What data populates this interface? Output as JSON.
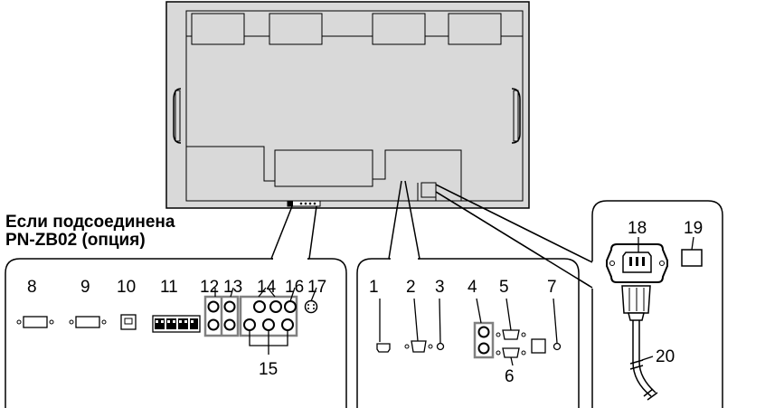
{
  "caption": {
    "line1": "Если подсоединена",
    "line2": "PN-ZB02 (опция)"
  },
  "callouts": {
    "c1": "1",
    "c2": "2",
    "c3": "3",
    "c4": "4",
    "c5": "5",
    "c6": "6",
    "c7": "7",
    "c8": "8",
    "c9": "9",
    "c10": "10",
    "c11": "11",
    "c12": "12",
    "c13": "13",
    "c14": "14",
    "c15": "15",
    "c16": "16",
    "c17": "17",
    "c18": "18",
    "c19": "19",
    "c20": "20"
  },
  "colors": {
    "monitor_fill": "#d9d9d9",
    "stroke": "#000000",
    "highlight_frame": "#808080"
  }
}
